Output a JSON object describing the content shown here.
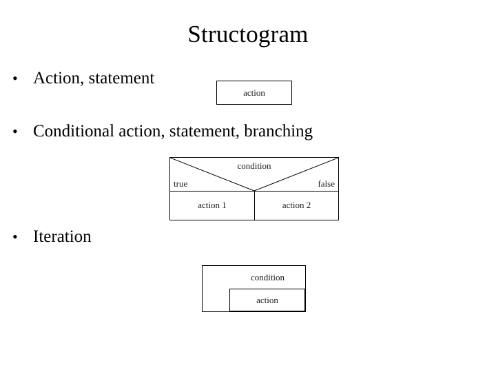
{
  "slide": {
    "title": "Structogram",
    "bullet_marker": "•"
  },
  "bullets": [
    {
      "id": "action",
      "label": "Action, statement"
    },
    {
      "id": "conditional",
      "label": "Conditional action, statement, branching"
    },
    {
      "id": "iteration",
      "label": "Iteration"
    }
  ],
  "diagrams": {
    "action": {
      "label": "action"
    },
    "conditional": {
      "condition": "condition",
      "true_label": "true",
      "false_label": "false",
      "action_left": "action 1",
      "action_right": "action 2"
    },
    "iteration": {
      "condition": "condition",
      "action": "action"
    }
  },
  "colors": {
    "background": "#ffffff",
    "text": "#000000",
    "diagram_stroke": "#000000",
    "diagram_label": "#1a1a1a"
  }
}
